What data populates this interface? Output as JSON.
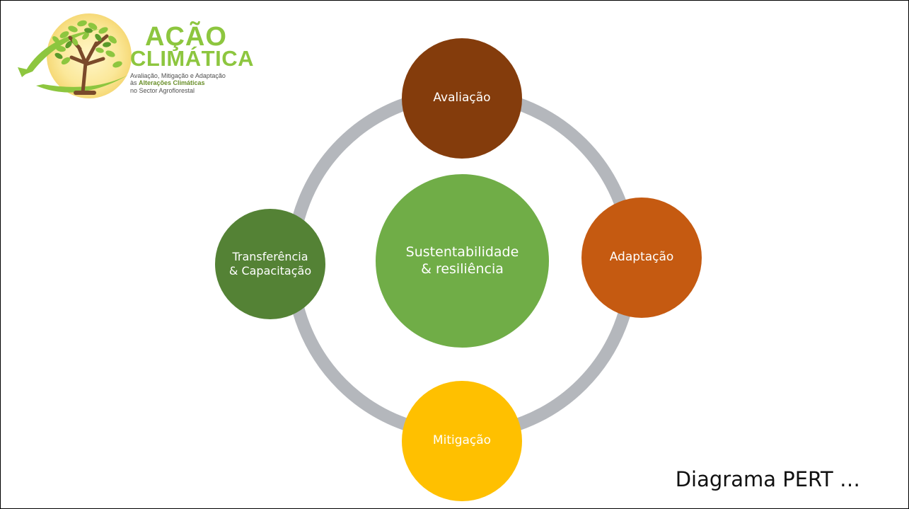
{
  "logo": {
    "title_line1": "AÇÃO",
    "title_line2": "CLIMÁTICA",
    "subtitle_line1": "Avaliação, Mitigação e Adaptação",
    "subtitle_line2_prefix": "às ",
    "subtitle_line2_bold": "Alterações Climáticas",
    "subtitle_line3": "no Sector Agroflorestal"
  },
  "diagram": {
    "center": "Sustentabilidade\n& resiliência",
    "nodes": {
      "top": "Avaliação",
      "right": "Adaptação",
      "bottom": "Mitigação",
      "left": "Transferência\n& Capacitação"
    },
    "colors": {
      "ring": "#b4b7bc",
      "top": "#843c0c",
      "right": "#c55a11",
      "bottom": "#ffc000",
      "left": "#548235",
      "center": "#70ad47"
    }
  },
  "caption": "Diagrama PERT …"
}
